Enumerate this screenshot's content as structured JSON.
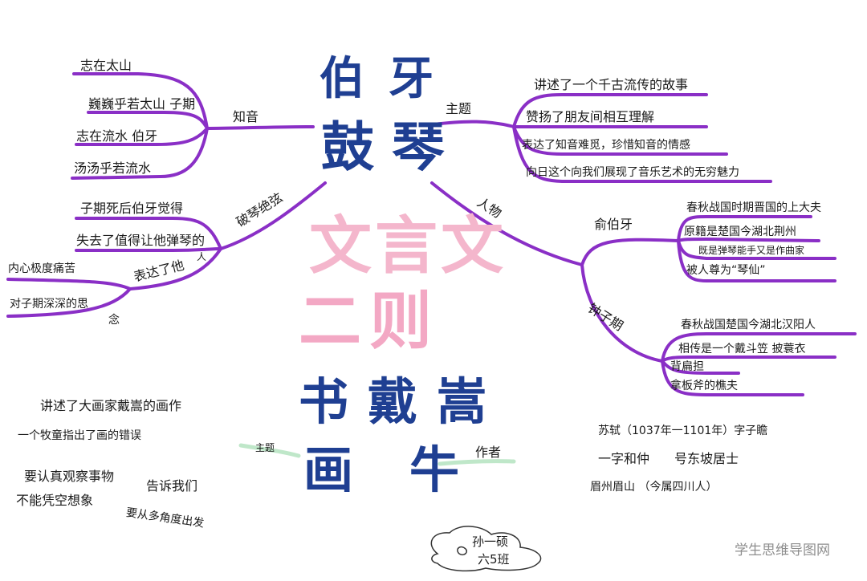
{
  "titles": {
    "story1_line1": "伯牙",
    "story1_line2": "鼓琴",
    "center_line1": "文言文",
    "center_line2": "二则",
    "story2_line1": "书戴嵩",
    "story2_line2": "画牛"
  },
  "branches": {
    "zhiyin": {
      "label": "知音",
      "items": [
        "志在太山",
        "巍巍乎若太山 子期",
        "志在流水 伯牙",
        "汤汤乎若流水"
      ]
    },
    "theme1": {
      "label": "主题",
      "items": [
        "讲述了一个千古流传的故事",
        "赞扬了朋友间相互理解",
        "表达了知音难觅，珍惜知音的情感",
        "向日这个向我们展现了音乐艺术的无穷魅力"
      ]
    },
    "poqin": {
      "label": "破琴绝弦",
      "items": [
        "子期死后伯牙觉得",
        "失去了值得让他弹琴的",
        "人",
        "内心极度痛苦",
        "表达了他",
        "对子期深深的思",
        "念"
      ]
    },
    "people": {
      "label": "人物",
      "yuboya": {
        "label": "俞伯牙",
        "items": [
          "春秋战国时期晋国的上大夫",
          "原籍是楚国今湖北荆州",
          "既是弹琴能手又是作曲家",
          "被人尊为“琴仙”"
        ]
      },
      "zhongziqi": {
        "label": "钟子期",
        "items": [
          "春秋战国楚国今湖北汉阳人",
          "相传是一个戴斗笠 披蓑衣",
          "背扁担",
          "拿板斧的樵夫"
        ]
      }
    },
    "theme2": {
      "label": "主题",
      "items": [
        "讲述了大画家戴嵩的画作",
        "一个牧童指出了画的错误",
        "要认真观察事物",
        "不能凭空想象",
        "告诉我们",
        "要从多角度出发"
      ]
    },
    "author": {
      "label": "作者",
      "items": [
        "苏轼（1037年一1101年）字子瞻",
        "一字和仲",
        "号东坡居士",
        "眉州眉山 （今属四川人）"
      ]
    }
  },
  "signature": {
    "name": "孙一硕",
    "class": "六5班"
  },
  "watermark": "学生思维导图网",
  "colors": {
    "branch_purple": "#8a2fc6",
    "title_blue": "#1f3f92",
    "center_pink": "#f4b6cc",
    "green_line": "#bfe7c9"
  }
}
